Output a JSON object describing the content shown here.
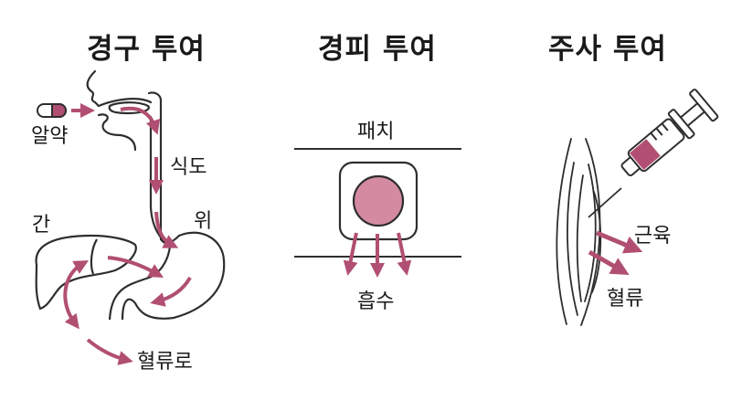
{
  "panels": [
    {
      "title": "경구 투여",
      "labels": {
        "pill": "알약",
        "esophagus": "식도",
        "liver": "간",
        "stomach": "위",
        "bloodstream": "혈류로"
      }
    },
    {
      "title": "경피 투여",
      "labels": {
        "patch": "패치",
        "absorption": "흡수"
      }
    },
    {
      "title": "주사 투여",
      "labels": {
        "muscle": "근육",
        "bloodstream": "혈류"
      }
    }
  ],
  "colors": {
    "accent": "#b14f72",
    "accent_fill": "#d48aa0",
    "line": "#2e2e2e",
    "text": "#1a1a1a",
    "background": "#ffffff"
  },
  "icons": [
    "pill-icon",
    "patch-icon",
    "syringe-icon",
    "liver-icon",
    "stomach-icon",
    "esophagus-icon",
    "muscle-icon",
    "arrow-icon"
  ]
}
